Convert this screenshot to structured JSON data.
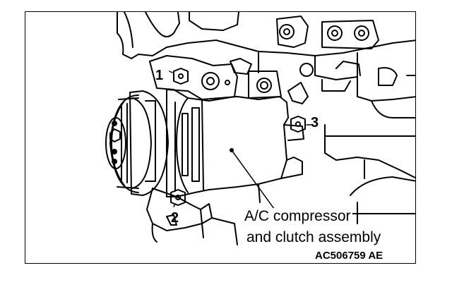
{
  "figure": {
    "callouts": {
      "one": "1",
      "two": "2",
      "three": "3"
    },
    "component_label": {
      "line1": "A/C compressor",
      "line2": "and clutch assembly"
    },
    "figure_id": "AC506759 AE"
  }
}
